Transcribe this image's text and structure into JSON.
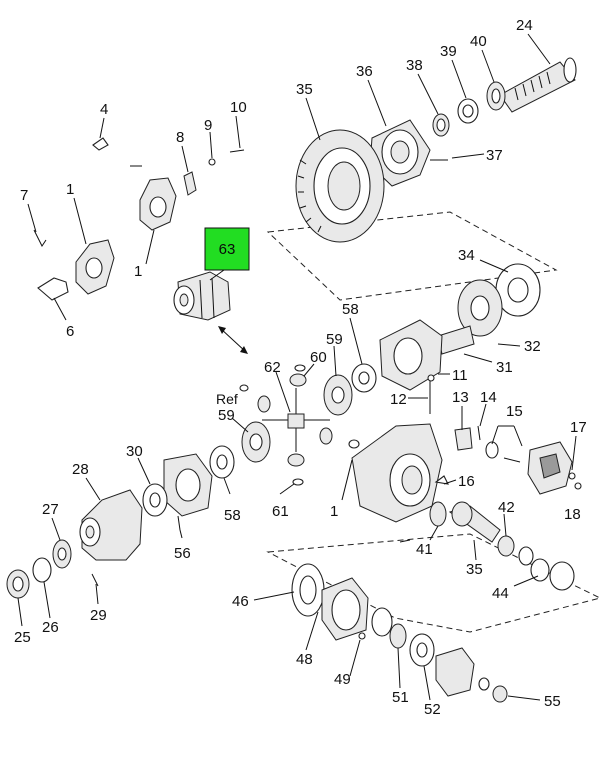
{
  "diagram": {
    "highlight": {
      "label": "63",
      "color": "#22dd22"
    },
    "reference_label": "Ref",
    "callouts": {
      "c24": "24",
      "c40": "40",
      "c39": "39",
      "c38": "38",
      "c36": "36",
      "c35a": "35",
      "c37": "37",
      "c4": "4",
      "c10": "10",
      "c8": "8",
      "c9": "9",
      "c7": "7",
      "c1a": "1",
      "c1b": "1",
      "c1c": "1",
      "c6": "6",
      "c34": "34",
      "c32": "32",
      "c31": "31",
      "c58a": "58",
      "c59a": "59",
      "c60": "60",
      "c62": "62",
      "c11": "11",
      "c12": "12",
      "c13": "13",
      "c14": "14",
      "c15": "15",
      "c17": "17",
      "c18": "18",
      "c59b": "59",
      "c30": "30",
      "c28": "28",
      "c27": "27",
      "c58b": "58",
      "c56": "56",
      "c61": "61",
      "c16": "16",
      "c41": "41",
      "c42": "42",
      "c35b": "35",
      "c44": "44",
      "c25": "25",
      "c26": "26",
      "c29": "29",
      "c46": "46",
      "c48": "48",
      "c49": "49",
      "c51": "51",
      "c52": "52",
      "c55": "55"
    }
  }
}
